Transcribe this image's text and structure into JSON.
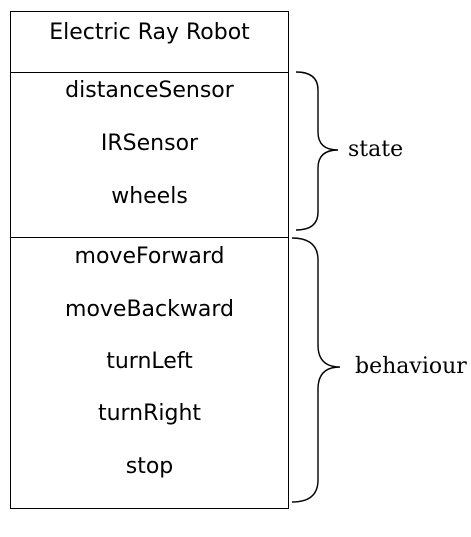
{
  "class_box": {
    "title": "Electric Ray Robot",
    "state_items": [
      "distanceSensor",
      "IRSensor",
      "wheels"
    ],
    "behaviour_items": [
      "moveForward",
      "moveBackward",
      "turnLeft",
      "turnRight",
      "stop"
    ]
  },
  "annotations": {
    "state_label": "state",
    "behaviour_label": "behaviour"
  }
}
